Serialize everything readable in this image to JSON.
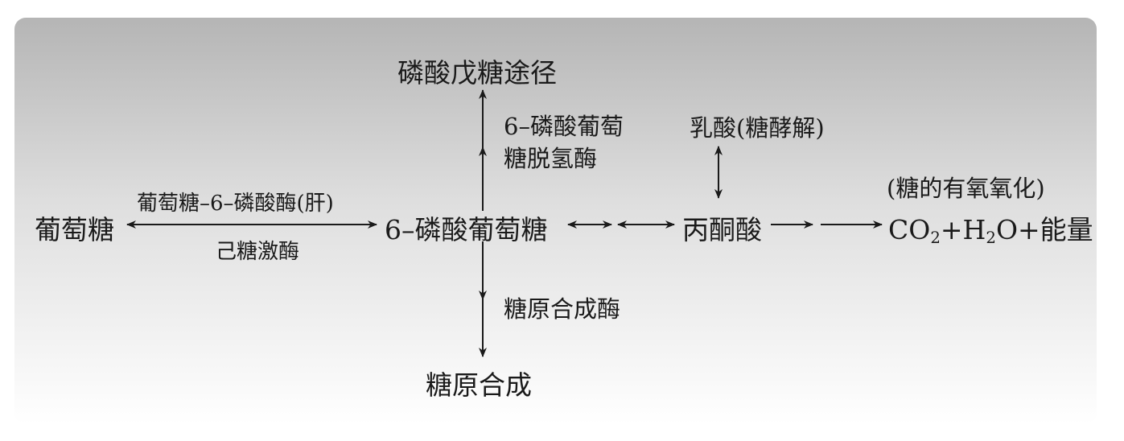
{
  "nodes": {
    "glucose": "葡萄糖",
    "g6p": "6–磷酸葡萄糖",
    "pentose": "磷酸戊糖途径",
    "glycogen": "糖原合成",
    "pyruvate": "丙酮酸",
    "lactate": "乳酸(糖酵解)",
    "aerobic": "(糖的有氧氧化)",
    "products": {
      "co2_main": "CO",
      "co2_sub": "2",
      "h2o_pre": "+H",
      "h2o_sub": "2",
      "h2o_post": "O+能量"
    }
  },
  "enzymes": {
    "g6pase": "葡萄糖–6–磷酸酶(肝)",
    "hexokinase": "己糖激酶",
    "g6pd_line1": "6–磷酸葡萄",
    "g6pd_line2": "糖脱氢酶",
    "glycogen_synthase": "糖原合成酶"
  }
}
